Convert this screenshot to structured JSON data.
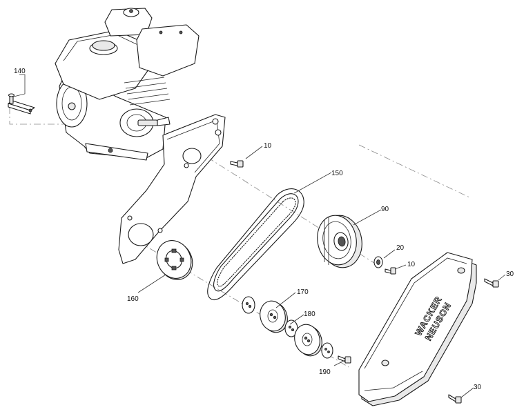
{
  "callouts": {
    "c10a": "10",
    "c10b": "10",
    "c20": "20",
    "c30a": "30",
    "c30b": "30",
    "c90": "90",
    "c140": "140",
    "c150": "150",
    "c160": "160",
    "c170": "170",
    "c180": "180",
    "c190": "190"
  },
  "guard": {
    "brand_line1": "WACKER",
    "brand_line2": "NEUSON"
  }
}
